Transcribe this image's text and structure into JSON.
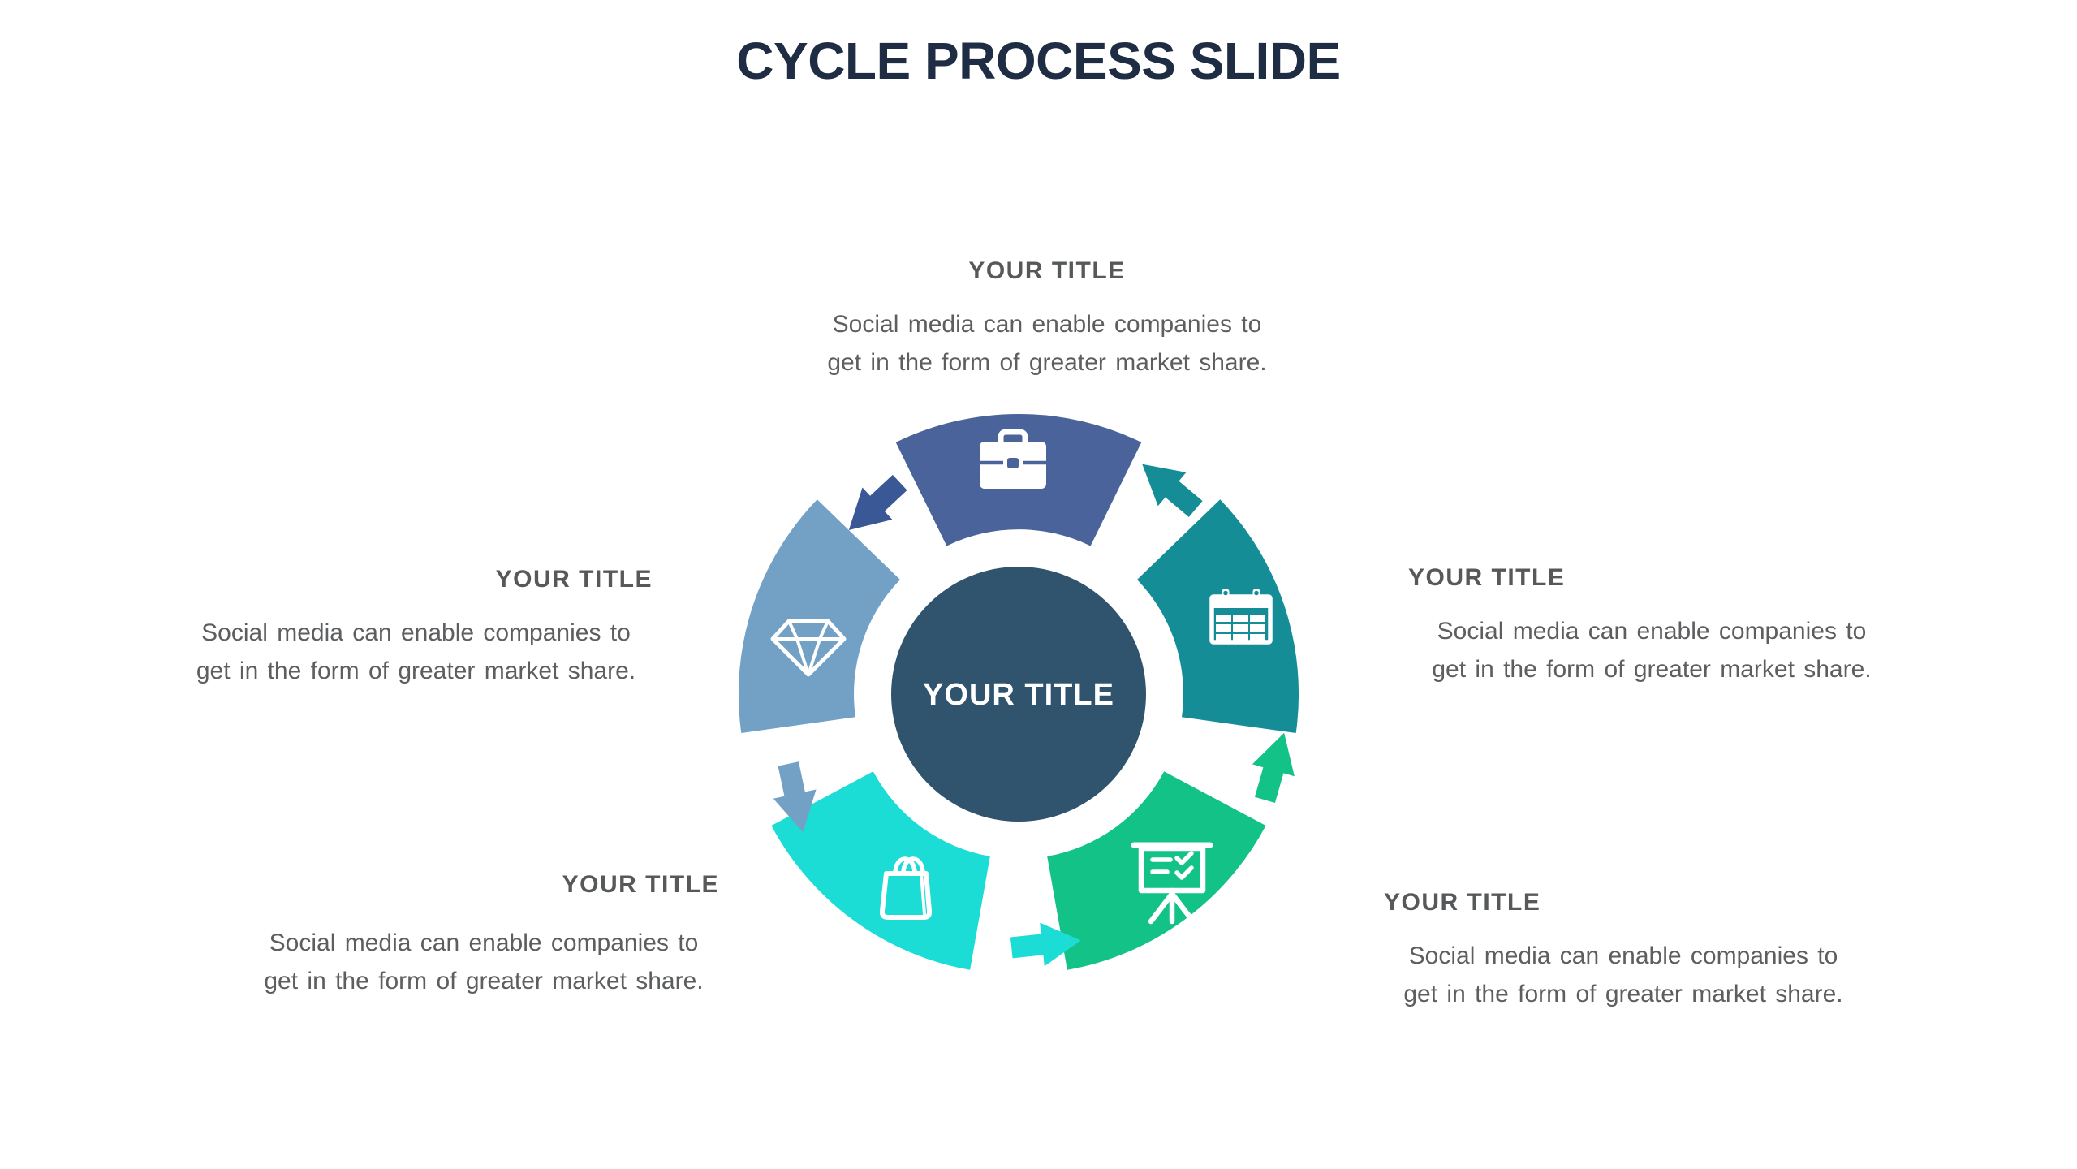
{
  "slide": {
    "title": "CYCLE PROCESS SLIDE"
  },
  "wheel": {
    "center_label": "YOUR TITLE",
    "flow": "counterclockwise",
    "segments": [
      {
        "position": "top",
        "icon": "briefcase-icon",
        "color": "#4a639b"
      },
      {
        "position": "right",
        "icon": "calendar-icon",
        "color": "#158d97"
      },
      {
        "position": "bottom-right",
        "icon": "presentation-board-icon",
        "color": "#13c287"
      },
      {
        "position": "bottom-left",
        "icon": "shopping-bag-icon",
        "color": "#1cdcd6"
      },
      {
        "position": "left",
        "icon": "diamond-icon",
        "color": "#72a1c5"
      }
    ],
    "arrows": [
      {
        "from": "top",
        "to": "left",
        "color": "#3a5896"
      },
      {
        "from": "left",
        "to": "bottom-left",
        "color": "#72a1c5"
      },
      {
        "from": "bottom-left",
        "to": "bottom-right",
        "color": "#1cdcd6"
      },
      {
        "from": "bottom-right",
        "to": "right",
        "color": "#13c287"
      },
      {
        "from": "right",
        "to": "top",
        "color": "#158d97"
      }
    ]
  },
  "blocks": {
    "top": {
      "title": "YOUR TITLE",
      "line1": "Social media can enable companies to",
      "line2": "get in the form of greater market share."
    },
    "left": {
      "title": "YOUR TITLE",
      "line1": "Social media can enable companies to",
      "line2": "get in the form of greater market share."
    },
    "right": {
      "title": "YOUR TITLE",
      "line1": "Social media can enable companies to",
      "line2": "get in the form of greater market share."
    },
    "bottom_left": {
      "title": "YOUR TITLE",
      "line1": "Social media can enable companies to",
      "line2": "get in the form of greater market share."
    },
    "bottom_right": {
      "title": "YOUR TITLE",
      "line1": "Social media can enable companies to",
      "line2": "get in the form of greater market share."
    }
  },
  "colors": {
    "title_text": "#1e2c44",
    "heading_text": "#57585a",
    "body_text": "#5d5e60",
    "seg_top": "#4a639b",
    "seg_right": "#158d97",
    "seg_bottom_right": "#13c287",
    "seg_bottom_left": "#1cdcd6",
    "seg_left": "#72a1c5",
    "arrow_dark": "#3a5896",
    "center_circle": "#30536e",
    "icon": "#ffffff",
    "background": "#ffffff"
  }
}
